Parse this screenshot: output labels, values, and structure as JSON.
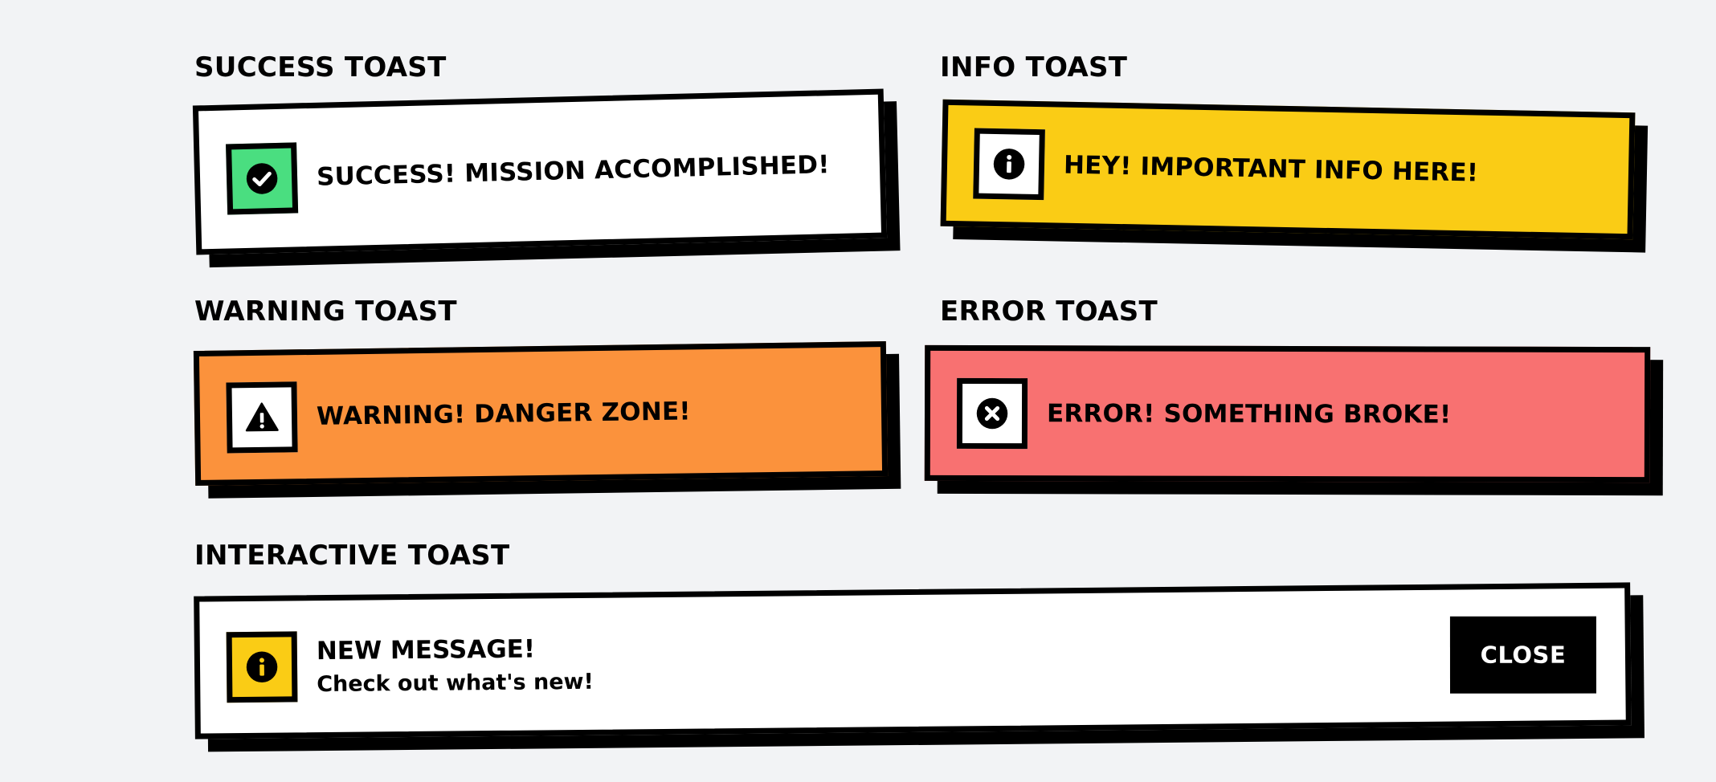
{
  "sections": {
    "success": "SUCCESS TOAST",
    "info": "INFO TOAST",
    "warning": "WARNING TOAST",
    "error": "ERROR TOAST",
    "interactive": "INTERACTIVE TOAST"
  },
  "toasts": {
    "success": {
      "message": "SUCCESS! MISSION ACCOMPLISHED!",
      "icon": "check-circle-icon",
      "bg": "#ffffff",
      "icon_bg": "#4ade80"
    },
    "info": {
      "message": "HEY! IMPORTANT INFO HERE!",
      "icon": "info-circle-icon",
      "bg": "#facc15",
      "icon_bg": "#ffffff"
    },
    "warning": {
      "message": "WARNING! DANGER ZONE!",
      "icon": "warning-triangle-icon",
      "bg": "#fb923c",
      "icon_bg": "#ffffff"
    },
    "error": {
      "message": "ERROR! SOMETHING BROKE!",
      "icon": "x-circle-icon",
      "bg": "#f87171",
      "icon_bg": "#ffffff"
    },
    "interactive": {
      "title": "NEW MESSAGE!",
      "subtitle": "Check out what's new!",
      "close_label": "CLOSE",
      "icon": "info-circle-icon",
      "bg": "#ffffff",
      "icon_bg": "#facc15"
    }
  }
}
